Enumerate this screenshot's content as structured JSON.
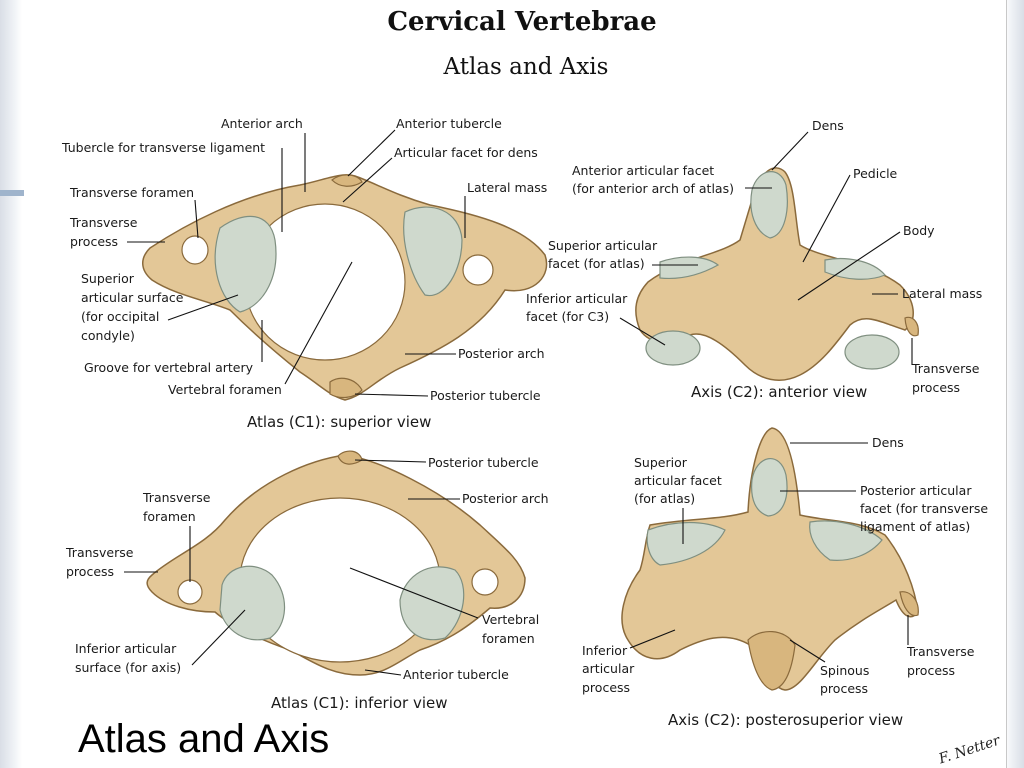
{
  "title": "Cervical Vertebrae",
  "subtitle": "Atlas and Axis",
  "slide_title": "Atlas and Axis",
  "signature": "F. Netter",
  "views": {
    "atlas_superior": {
      "caption": "Atlas (C1): superior view",
      "labels": {
        "anterior_arch": "Anterior arch",
        "anterior_tubercle": "Anterior tubercle",
        "tubercle_transverse_ligament": "Tubercle for transverse ligament",
        "articular_facet_dens": "Articular facet for dens",
        "transverse_foramen": "Transverse foramen",
        "lateral_mass": "Lateral mass",
        "transverse_process_1": "Transverse",
        "transverse_process_2": "process",
        "superior_articular_1": "Superior",
        "superior_articular_2": "articular surface",
        "superior_articular_3": "(for occipital",
        "superior_articular_4": "condyle)",
        "groove_vertebral_artery": "Groove for vertebral artery",
        "vertebral_foramen": "Vertebral foramen",
        "posterior_arch": "Posterior arch",
        "posterior_tubercle": "Posterior tubercle"
      }
    },
    "axis_anterior": {
      "caption": "Axis (C2): anterior view",
      "labels": {
        "dens": "Dens",
        "anterior_facet_1": "Anterior articular facet",
        "anterior_facet_2": "(for anterior arch of atlas)",
        "pedicle": "Pedicle",
        "body": "Body",
        "superior_facet_1": "Superior articular",
        "superior_facet_2": "facet (for atlas)",
        "lateral_mass": "Lateral mass",
        "inferior_facet_1": "Inferior articular",
        "inferior_facet_2": "facet (for C3)",
        "transverse_process_1": "Transverse",
        "transverse_process_2": "process"
      }
    },
    "atlas_inferior": {
      "caption": "Atlas (C1): inferior view",
      "labels": {
        "posterior_tubercle": "Posterior tubercle",
        "posterior_arch": "Posterior arch",
        "transverse_foramen_1": "Transverse",
        "transverse_foramen_2": "foramen",
        "transverse_process_1": "Transverse",
        "transverse_process_2": "process",
        "vertebral_foramen_1": "Vertebral",
        "vertebral_foramen_2": "foramen",
        "inferior_surface_1": "Inferior articular",
        "inferior_surface_2": "surface (for axis)",
        "anterior_tubercle": "Anterior tubercle"
      }
    },
    "axis_posterosuperior": {
      "caption": "Axis (C2): posterosuperior view",
      "labels": {
        "dens": "Dens",
        "superior_facet_1": "Superior",
        "superior_facet_2": "articular facet",
        "superior_facet_3": "(for atlas)",
        "posterior_facet_1": "Posterior articular",
        "posterior_facet_2": "facet (for transverse",
        "posterior_facet_3": "ligament of atlas)",
        "inferior_process_1": "Inferior",
        "inferior_process_2": "articular",
        "inferior_process_3": "process",
        "spinous_process_1": "Spinous",
        "spinous_process_2": "process",
        "transverse_process_1": "Transverse",
        "transverse_process_2": "process"
      }
    }
  }
}
